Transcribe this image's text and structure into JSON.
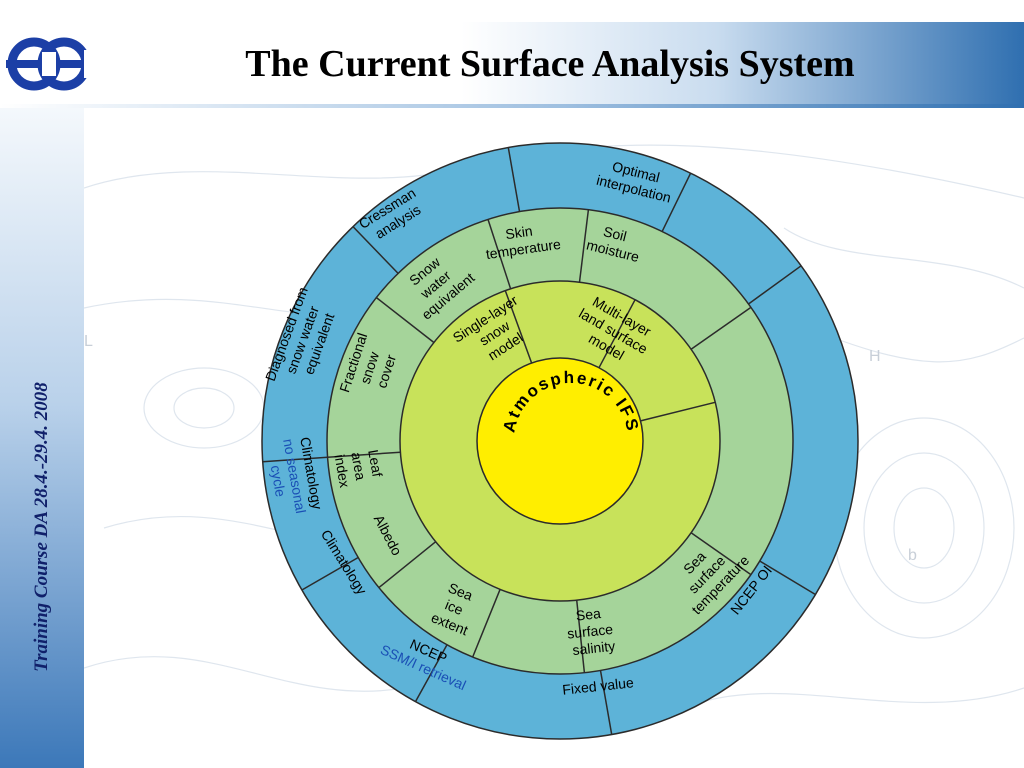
{
  "header": {
    "title": "The Current Surface Analysis System",
    "side_caption": "Training Course DA 28.4.-29.4. 2008"
  },
  "diagram": {
    "center": "Atmospheric IFS",
    "middle": {
      "snow_model": [
        "Single-layer",
        "snow",
        "model"
      ],
      "land_model": [
        "Multi-layer",
        "land surface",
        "model"
      ]
    },
    "inner": {
      "snow_water": [
        "Snow",
        "water",
        "equivalent"
      ],
      "skin_temp": [
        "Skin",
        "temperature"
      ],
      "soil_moisture": [
        "Soil",
        "moisture"
      ],
      "fractional_snow": [
        "Fractional",
        "snow",
        "cover"
      ],
      "leaf_area": [
        "Leaf",
        "area",
        "index"
      ],
      "albedo": [
        "Albedo"
      ],
      "sea_ice": [
        "Sea",
        "ice",
        "extent"
      ],
      "sea_salinity": [
        "Sea",
        "surface",
        "salinity"
      ],
      "sea_temp": [
        "Sea",
        "surface",
        "temperature"
      ]
    },
    "outer": {
      "cressman": [
        "Cressman",
        "analysis"
      ],
      "optimal": [
        "Optimal",
        "interpolation"
      ],
      "diagnosed": [
        "Diagnosed from",
        "snow water",
        "equivalent"
      ],
      "climatology_1": "Climatology",
      "climatology_1_note": [
        "no seasonal",
        "cycle"
      ],
      "climatology_2": "Climatology",
      "ncep": "NCEP",
      "ssmi": "SSM/I retrieval",
      "fixed_value": "Fixed value",
      "ncep_oi": "NCEP OI"
    }
  },
  "colors": {
    "outer_ring": "#5db3d8",
    "inner_ring": "#a5d49a",
    "middle_ring": "#c8e25a",
    "center": "#ffee00",
    "title_side": "#10206a",
    "blue_text": "#1a4fb5"
  }
}
